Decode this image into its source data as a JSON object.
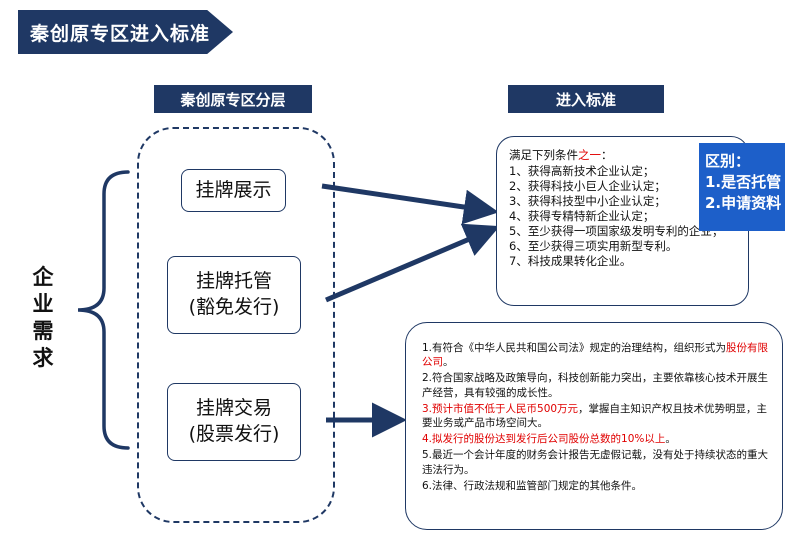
{
  "title": "秦创原专区进入标准",
  "headers": {
    "layers": "秦创原专区分层",
    "standard": "进入标准"
  },
  "demand_label": [
    "企",
    "业",
    "需",
    "求"
  ],
  "tiers": [
    {
      "line1": "挂牌展示",
      "line2": ""
    },
    {
      "line1": "挂牌托管",
      "line2": "(豁免发行)"
    },
    {
      "line1": "挂牌交易",
      "line2": "(股票发行)"
    }
  ],
  "conditions": {
    "intro_prefix": "满足下列条件",
    "intro_highlight": "之一",
    "intro_suffix": "：",
    "items": [
      "1、获得高新技术企业认定；",
      "2、获得科技小巨人企业认定；",
      "3、获得科技型中小企业认定；",
      "4、获得专精特新企业认定；",
      "5、至少获得一项国家级发明专利的企业；",
      "6、至少获得三项实用新型专利。",
      "7、科技成果转化企业。"
    ]
  },
  "difference": {
    "title": "区别：",
    "point1": "1.是否托管",
    "point2": "2.申请资料"
  },
  "requirements": [
    {
      "normal": "1.有符合《中华人民共和国公司法》规定的治理结构，组织形式为",
      "red": "股份有限公司",
      "tail": "。"
    },
    {
      "normal": "2.符合国家战略及政策导向，科技创新能力突出，主要依靠核心技术开展生产经营，具有较强的成长性。",
      "red": "",
      "tail": ""
    },
    {
      "normal": "",
      "red": "3.预计市值不低于人民币500万元",
      "tail": "，掌握自主知识产权且技术优势明显，主要业务或产品市场空间大。"
    },
    {
      "normal": "",
      "red": "4.拟发行的股份达到发行后公司股份总数的10%以上",
      "tail": "。"
    },
    {
      "normal": "5.最近一个会计年度的财务会计报告无虚假记载，没有处于持续状态的重大违法行为。",
      "red": "",
      "tail": ""
    },
    {
      "normal": "6.法律、行政法规和监管部门规定的其他条件。",
      "red": "",
      "tail": ""
    }
  ],
  "colors": {
    "navy": "#1f3864",
    "blue": "#1d5fc9",
    "red": "#e00000"
  }
}
